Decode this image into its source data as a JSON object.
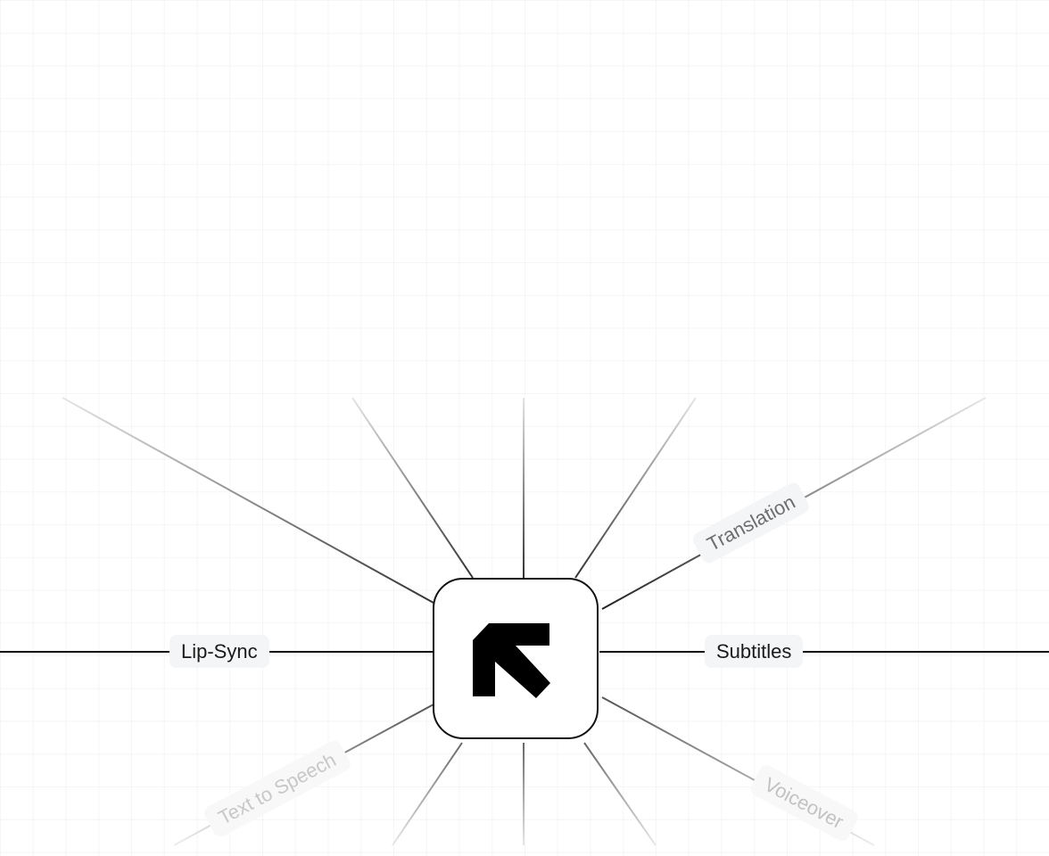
{
  "hub": {
    "icon": "arrow-up-left-icon"
  },
  "labels": {
    "translation": "Translation",
    "subtitles": "Subtitles",
    "lip_sync": "Lip-Sync",
    "text_to_speech": "Text to Speech",
    "voiceover": "Voiceover"
  },
  "colors": {
    "line_strong": "#111111",
    "line_fade": "#d8d8d8",
    "pill_background": "#f4f5f7"
  }
}
